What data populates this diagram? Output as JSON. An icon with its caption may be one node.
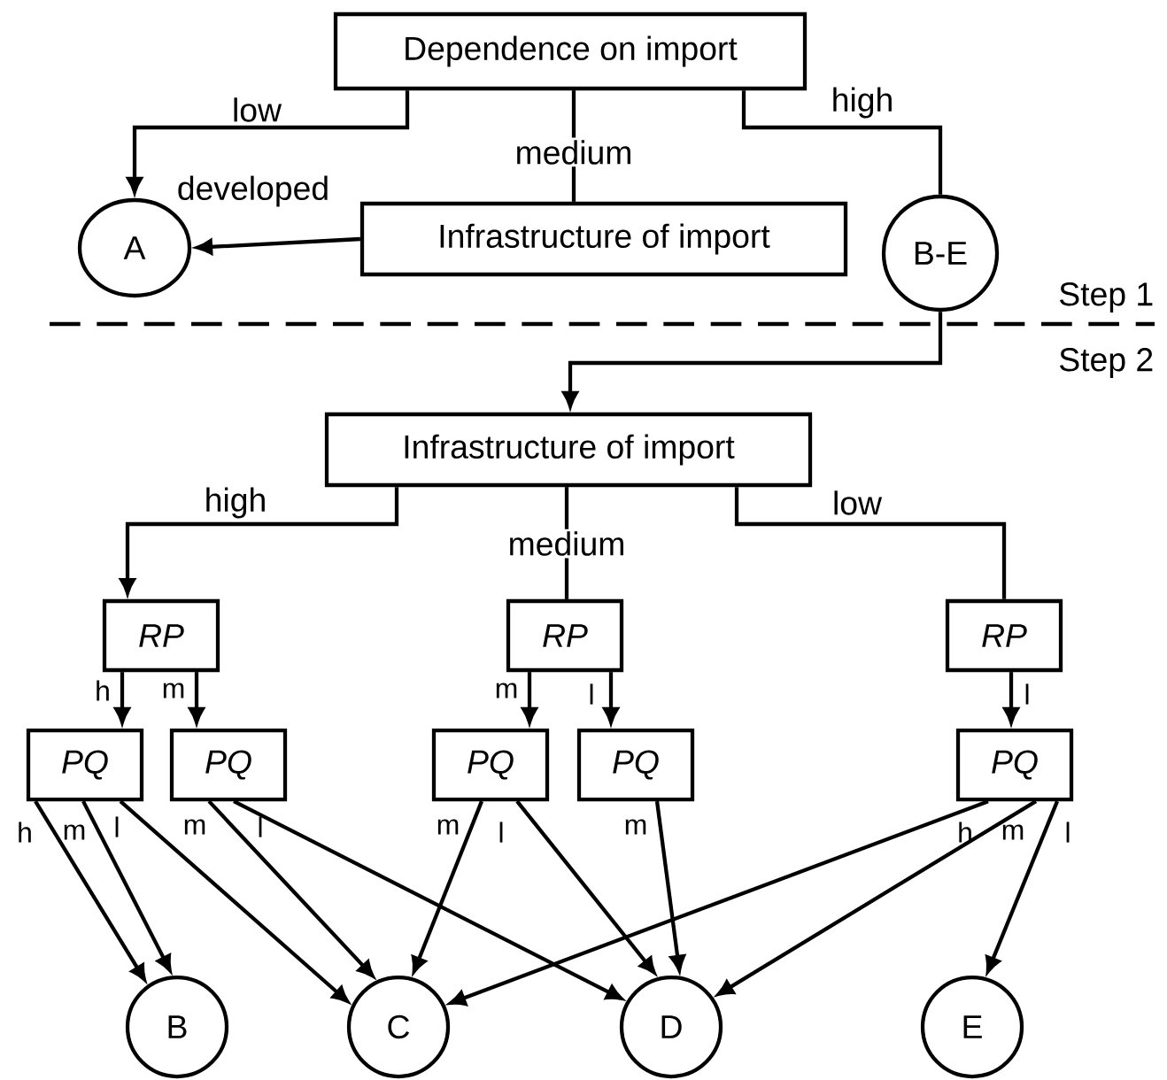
{
  "diagram": {
    "nodes": [
      {
        "text": [
          "Dependence on import"
        ]
      },
      {
        "text": [
          "A"
        ]
      },
      {
        "text": [
          "Infrastructure of import"
        ]
      },
      {
        "text": [
          "B-E"
        ]
      },
      {
        "text": [
          "Infrastructure of import"
        ]
      },
      {
        "text": [
          "RP"
        ]
      },
      {
        "text": [
          "RP"
        ]
      },
      {
        "text": [
          "RP"
        ]
      },
      {
        "text": [
          "PQ"
        ]
      },
      {
        "text": [
          "PQ"
        ]
      },
      {
        "text": [
          "PQ"
        ]
      },
      {
        "text": [
          "PQ"
        ]
      },
      {
        "text": [
          "PQ"
        ]
      },
      {
        "text": [
          "B"
        ]
      },
      {
        "text": [
          "C"
        ]
      },
      {
        "text": [
          "D"
        ]
      },
      {
        "text": [
          "E"
        ]
      }
    ],
    "edges": [
      {
        "from": 0,
        "to": 1,
        "arrow": "to",
        "label": "low"
      },
      {
        "from": 0,
        "to": 2,
        "arrow": "none",
        "label": "medium"
      },
      {
        "from": 0,
        "to": 3,
        "arrow": "none",
        "label": "high"
      },
      {
        "from": 2,
        "to": 1,
        "arrow": "to",
        "label": "developed"
      },
      {
        "from": 3,
        "to": 4,
        "arrow": "to"
      },
      {
        "from": 4,
        "to": 5,
        "arrow": "to",
        "label": "high"
      },
      {
        "from": 4,
        "to": 6,
        "arrow": "none",
        "label": "medium"
      },
      {
        "from": 4,
        "to": 7,
        "arrow": "none",
        "label": "low"
      },
      {
        "from": 5,
        "to": 8,
        "arrow": "to",
        "label": "h"
      },
      {
        "from": 5,
        "to": 9,
        "arrow": "to",
        "label": "m"
      },
      {
        "from": 6,
        "to": 10,
        "arrow": "to",
        "label": "m"
      },
      {
        "from": 6,
        "to": 11,
        "arrow": "to",
        "label": "l"
      },
      {
        "from": 7,
        "to": 12,
        "arrow": "to",
        "label": "l"
      },
      {
        "from": 8,
        "to": 13,
        "arrow": "to",
        "label": "h"
      },
      {
        "from": 8,
        "to": 13,
        "arrow": "to",
        "label": "m"
      },
      {
        "from": 8,
        "to": 14,
        "arrow": "to",
        "label": "l"
      },
      {
        "from": 9,
        "to": 14,
        "arrow": "to",
        "label": "m"
      },
      {
        "from": 9,
        "to": 15,
        "arrow": "to",
        "label": "l"
      },
      {
        "from": 10,
        "to": 14,
        "arrow": "to",
        "label": "m"
      },
      {
        "from": 10,
        "to": 15,
        "arrow": "to",
        "label": "l"
      },
      {
        "from": 11,
        "to": 15,
        "arrow": "to",
        "label": "m"
      },
      {
        "from": 12,
        "to": 14,
        "arrow": "to",
        "label": "h"
      },
      {
        "from": 12,
        "to": 15,
        "arrow": "to",
        "label": "m"
      },
      {
        "from": 12,
        "to": 16,
        "arrow": "to",
        "label": "l"
      }
    ],
    "labels": [
      "Step 1",
      "Step 2"
    ]
  }
}
